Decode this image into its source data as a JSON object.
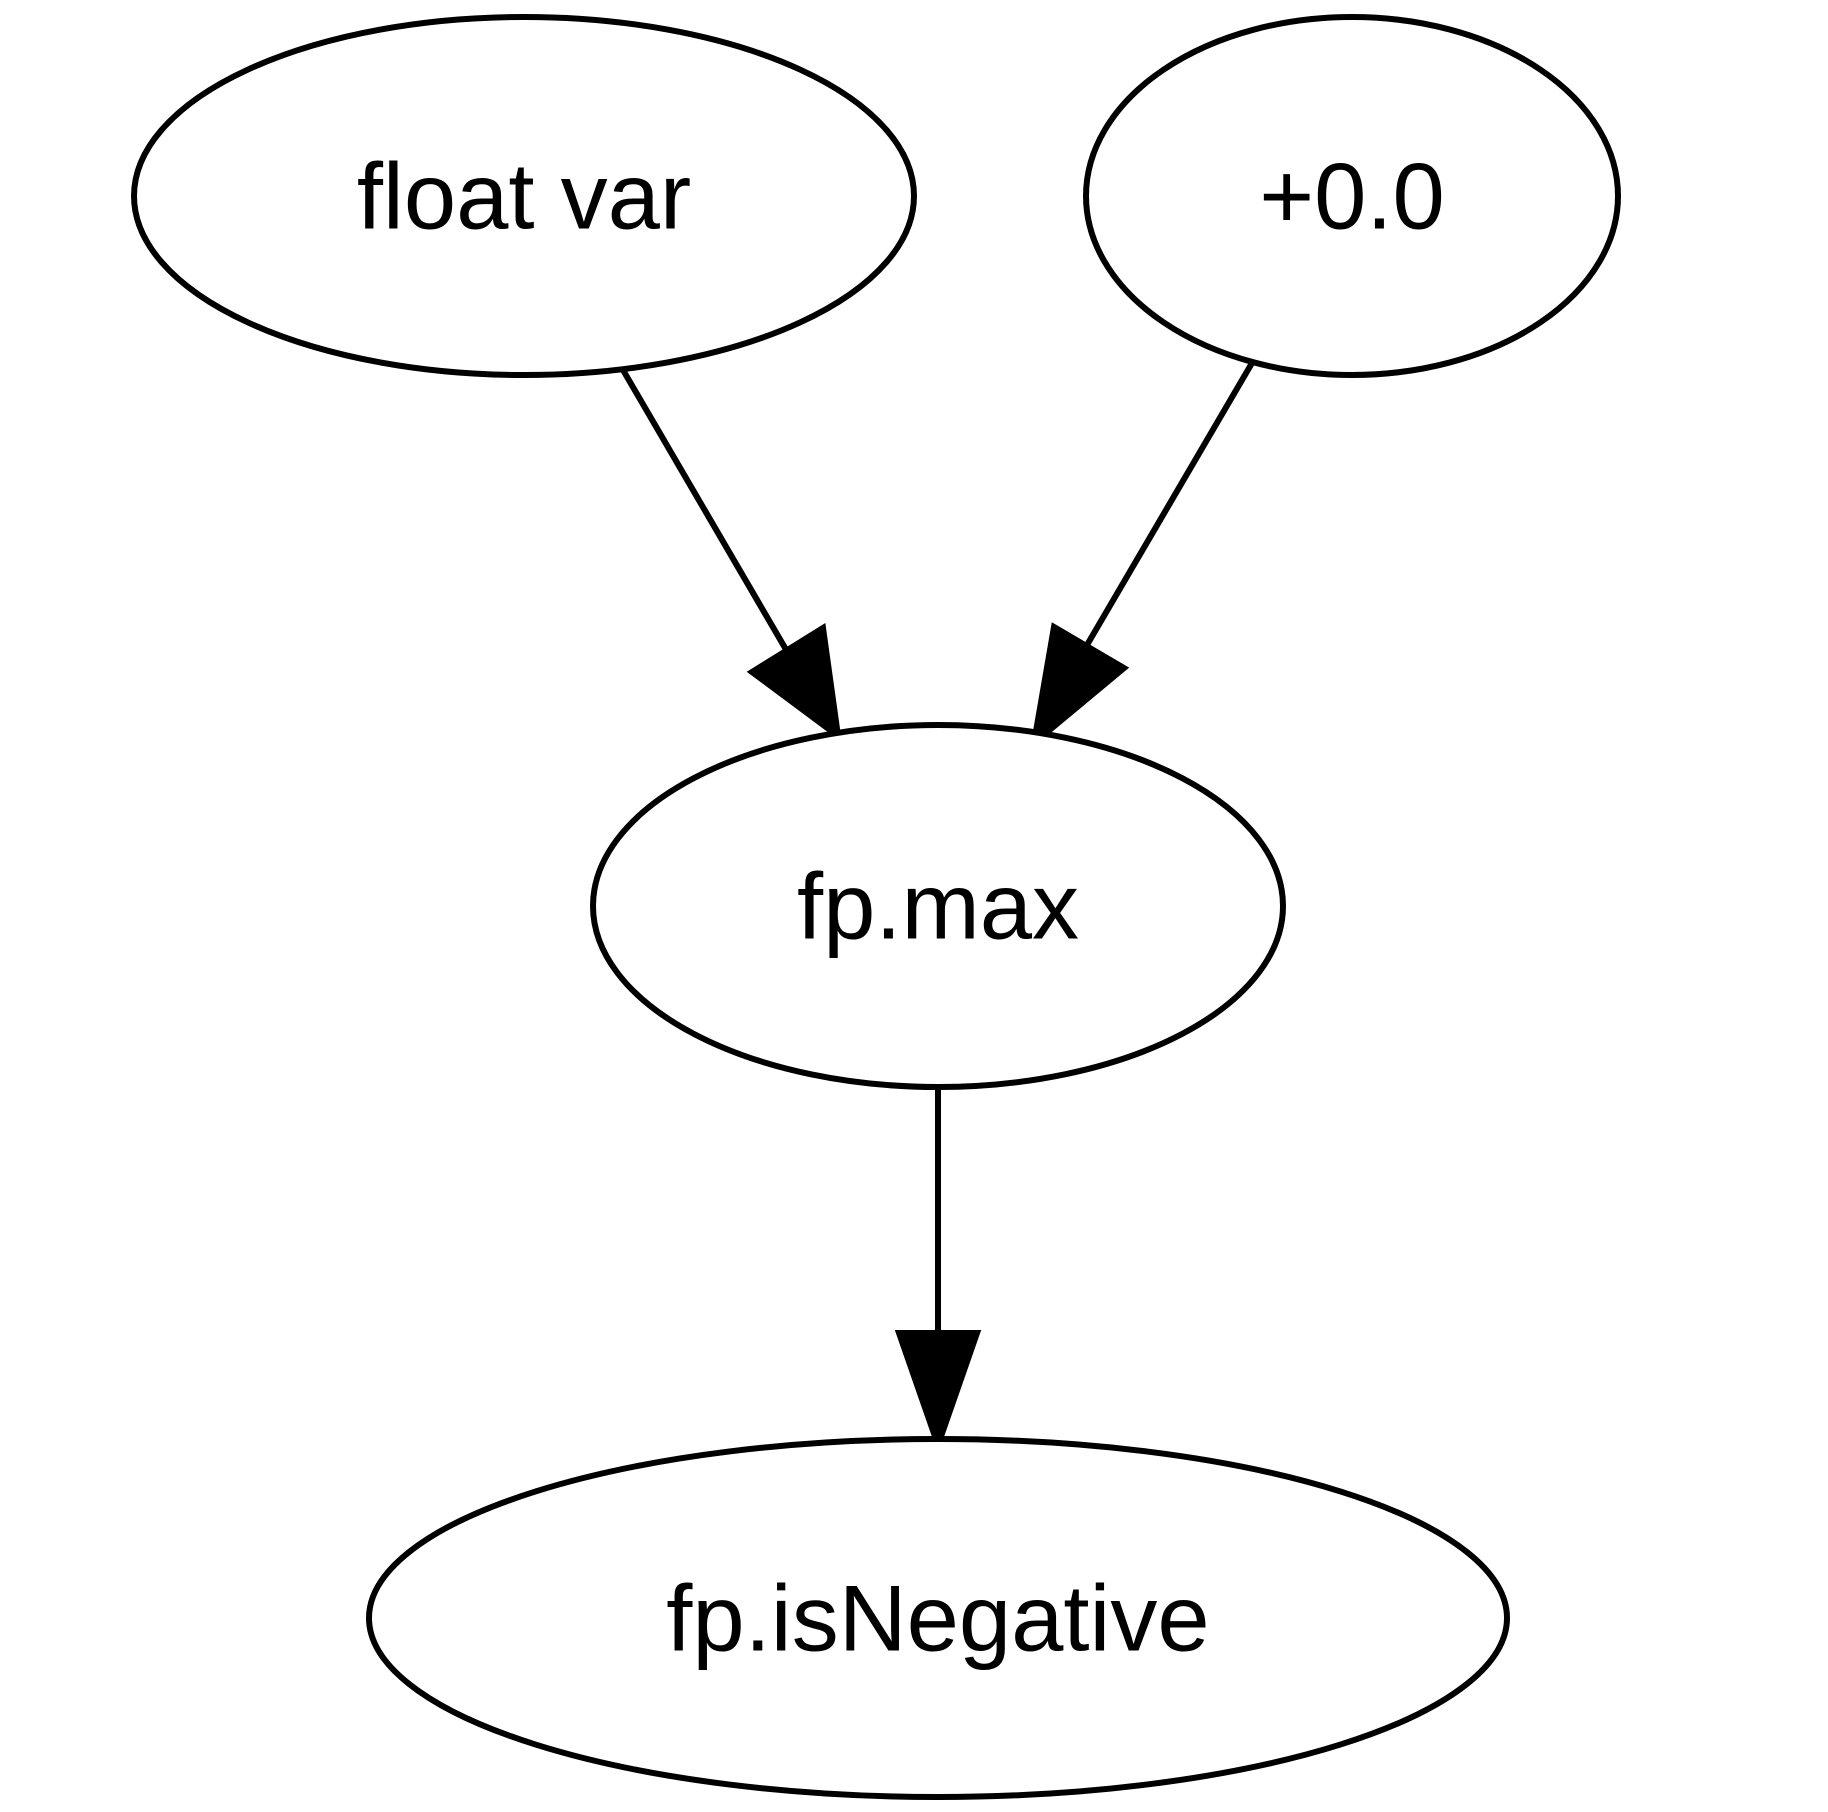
{
  "diagram": {
    "type": "directed-graph",
    "nodes": [
      {
        "id": "float_var",
        "label": "float var"
      },
      {
        "id": "plus_zero",
        "label": "+0.0"
      },
      {
        "id": "fp_max",
        "label": "fp.max"
      },
      {
        "id": "fp_is_negative",
        "label": "fp.isNegative"
      }
    ],
    "edges": [
      {
        "from": "float_var",
        "to": "fp_max"
      },
      {
        "from": "plus_zero",
        "to": "fp_max"
      },
      {
        "from": "fp_max",
        "to": "fp_is_negative"
      }
    ],
    "colors": {
      "background": "#ffffff",
      "stroke": "#000000",
      "text": "#000000"
    }
  }
}
